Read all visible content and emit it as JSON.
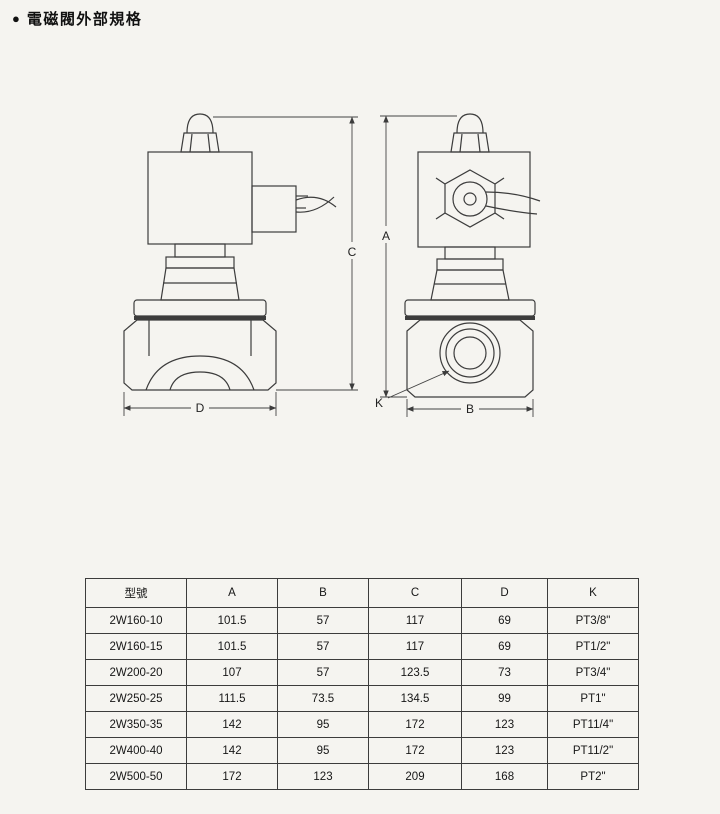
{
  "page": {
    "bullet": "●",
    "title": "電磁閥外部規格"
  },
  "diagram": {
    "side_view": {
      "dim_vertical": "C",
      "dim_horizontal": "D"
    },
    "front_view": {
      "dim_vertical": "A",
      "dim_horizontal": "B",
      "port_label": "K"
    }
  },
  "table": {
    "headers": [
      "型號",
      "A",
      "B",
      "C",
      "D",
      "K"
    ],
    "rows": [
      [
        "2W160-10",
        "101.5",
        "57",
        "117",
        "69",
        "PT3/8\""
      ],
      [
        "2W160-15",
        "101.5",
        "57",
        "117",
        "69",
        "PT1/2\""
      ],
      [
        "2W200-20",
        "107",
        "57",
        "123.5",
        "73",
        "PT3/4\""
      ],
      [
        "2W250-25",
        "111.5",
        "73.5",
        "134.5",
        "99",
        "PT1\""
      ],
      [
        "2W350-35",
        "142",
        "95",
        "172",
        "123",
        "PT11/4\""
      ],
      [
        "2W400-40",
        "142",
        "95",
        "172",
        "123",
        "PT11/2\""
      ],
      [
        "2W500-50",
        "172",
        "123",
        "209",
        "168",
        "PT2\""
      ]
    ]
  }
}
